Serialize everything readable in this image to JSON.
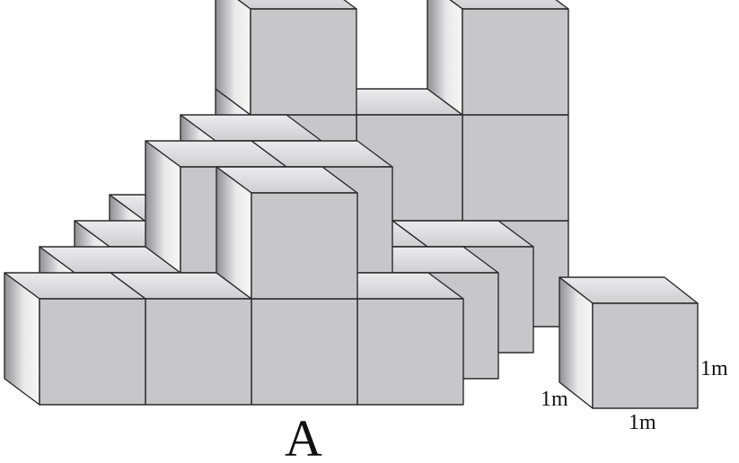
{
  "figure": {
    "main_label": "A",
    "unit_cube_labels": {
      "height": "1m",
      "depth": "1m",
      "width": "1m"
    }
  },
  "colors": {
    "front_face": "#c7c7c9",
    "top_face": "#dedee0",
    "side_dark": "#9a9a9c",
    "side_light": "#f2f2f2",
    "edge": "#2b2b2b",
    "background": "#ffffff"
  }
}
